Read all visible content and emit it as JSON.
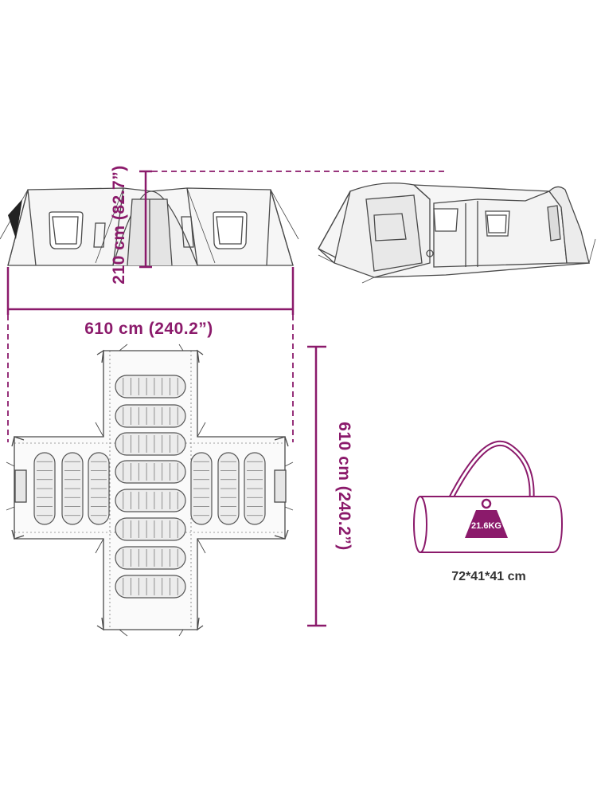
{
  "colors": {
    "accent": "#8b1a6b",
    "line": "#4a4a4a",
    "fill": "#ececec",
    "weight_text": "#ffffff"
  },
  "dimensions": {
    "height_label": "210 cm (82.7”)",
    "width_label": "610 cm (240.2”)",
    "depth_label": "610 cm (240.2”)"
  },
  "bag": {
    "size_label": "72*41*41 cm",
    "weight_label": "21.6KG"
  },
  "icons": [
    "tent-front-view-icon",
    "tent-perspective-view-icon",
    "tent-floor-plan-icon",
    "sleeping-bag-icon",
    "carry-bag-icon",
    "weight-icon"
  ]
}
